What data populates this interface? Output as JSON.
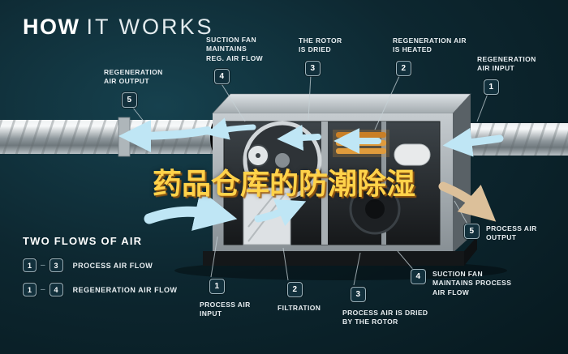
{
  "title": {
    "main": "HOW",
    "sub": "IT WORKS"
  },
  "watermark": "药品仓库的防潮除湿",
  "callouts": [
    {
      "num": "5",
      "label": "REGENERATION\nAIR OUTPUT"
    },
    {
      "num": "4",
      "label": "SUCTION FAN\nMAINTAINS\nREG. AIR FLOW"
    },
    {
      "num": "3",
      "label": "THE ROTOR\nIS DRIED"
    },
    {
      "num": "2",
      "label": "REGENERATION AIR\nIS HEATED"
    },
    {
      "num": "1",
      "label": "REGENERATION\nAIR INPUT"
    },
    {
      "num": "5",
      "label": "PROCESS AIR\nOUTPUT"
    },
    {
      "num": "4",
      "label": "SUCTION FAN\nMAINTAINS PROCESS\nAIR FLOW"
    },
    {
      "num": "3",
      "label": "PROCESS AIR IS DRIED\nBY THE ROTOR"
    },
    {
      "num": "2",
      "label": "FILTRATION"
    },
    {
      "num": "1",
      "label": "PROCESS AIR\nINPUT"
    }
  ],
  "legend": {
    "heading": "TWO FLOWS OF AIR",
    "rows": [
      {
        "from": "1",
        "to": "3",
        "label": "PROCESS AIR FLOW"
      },
      {
        "from": "1",
        "to": "4",
        "label": "REGENERATION AIR FLOW"
      }
    ]
  },
  "colors": {
    "bg": "#0d2730",
    "accent": "#bfe6f5",
    "heater": "#e09b3c",
    "wm": "#ffd24a",
    "tan": "#dcc09a",
    "badge-bg": "#12303c",
    "badge-border": "#9fb4bc"
  }
}
